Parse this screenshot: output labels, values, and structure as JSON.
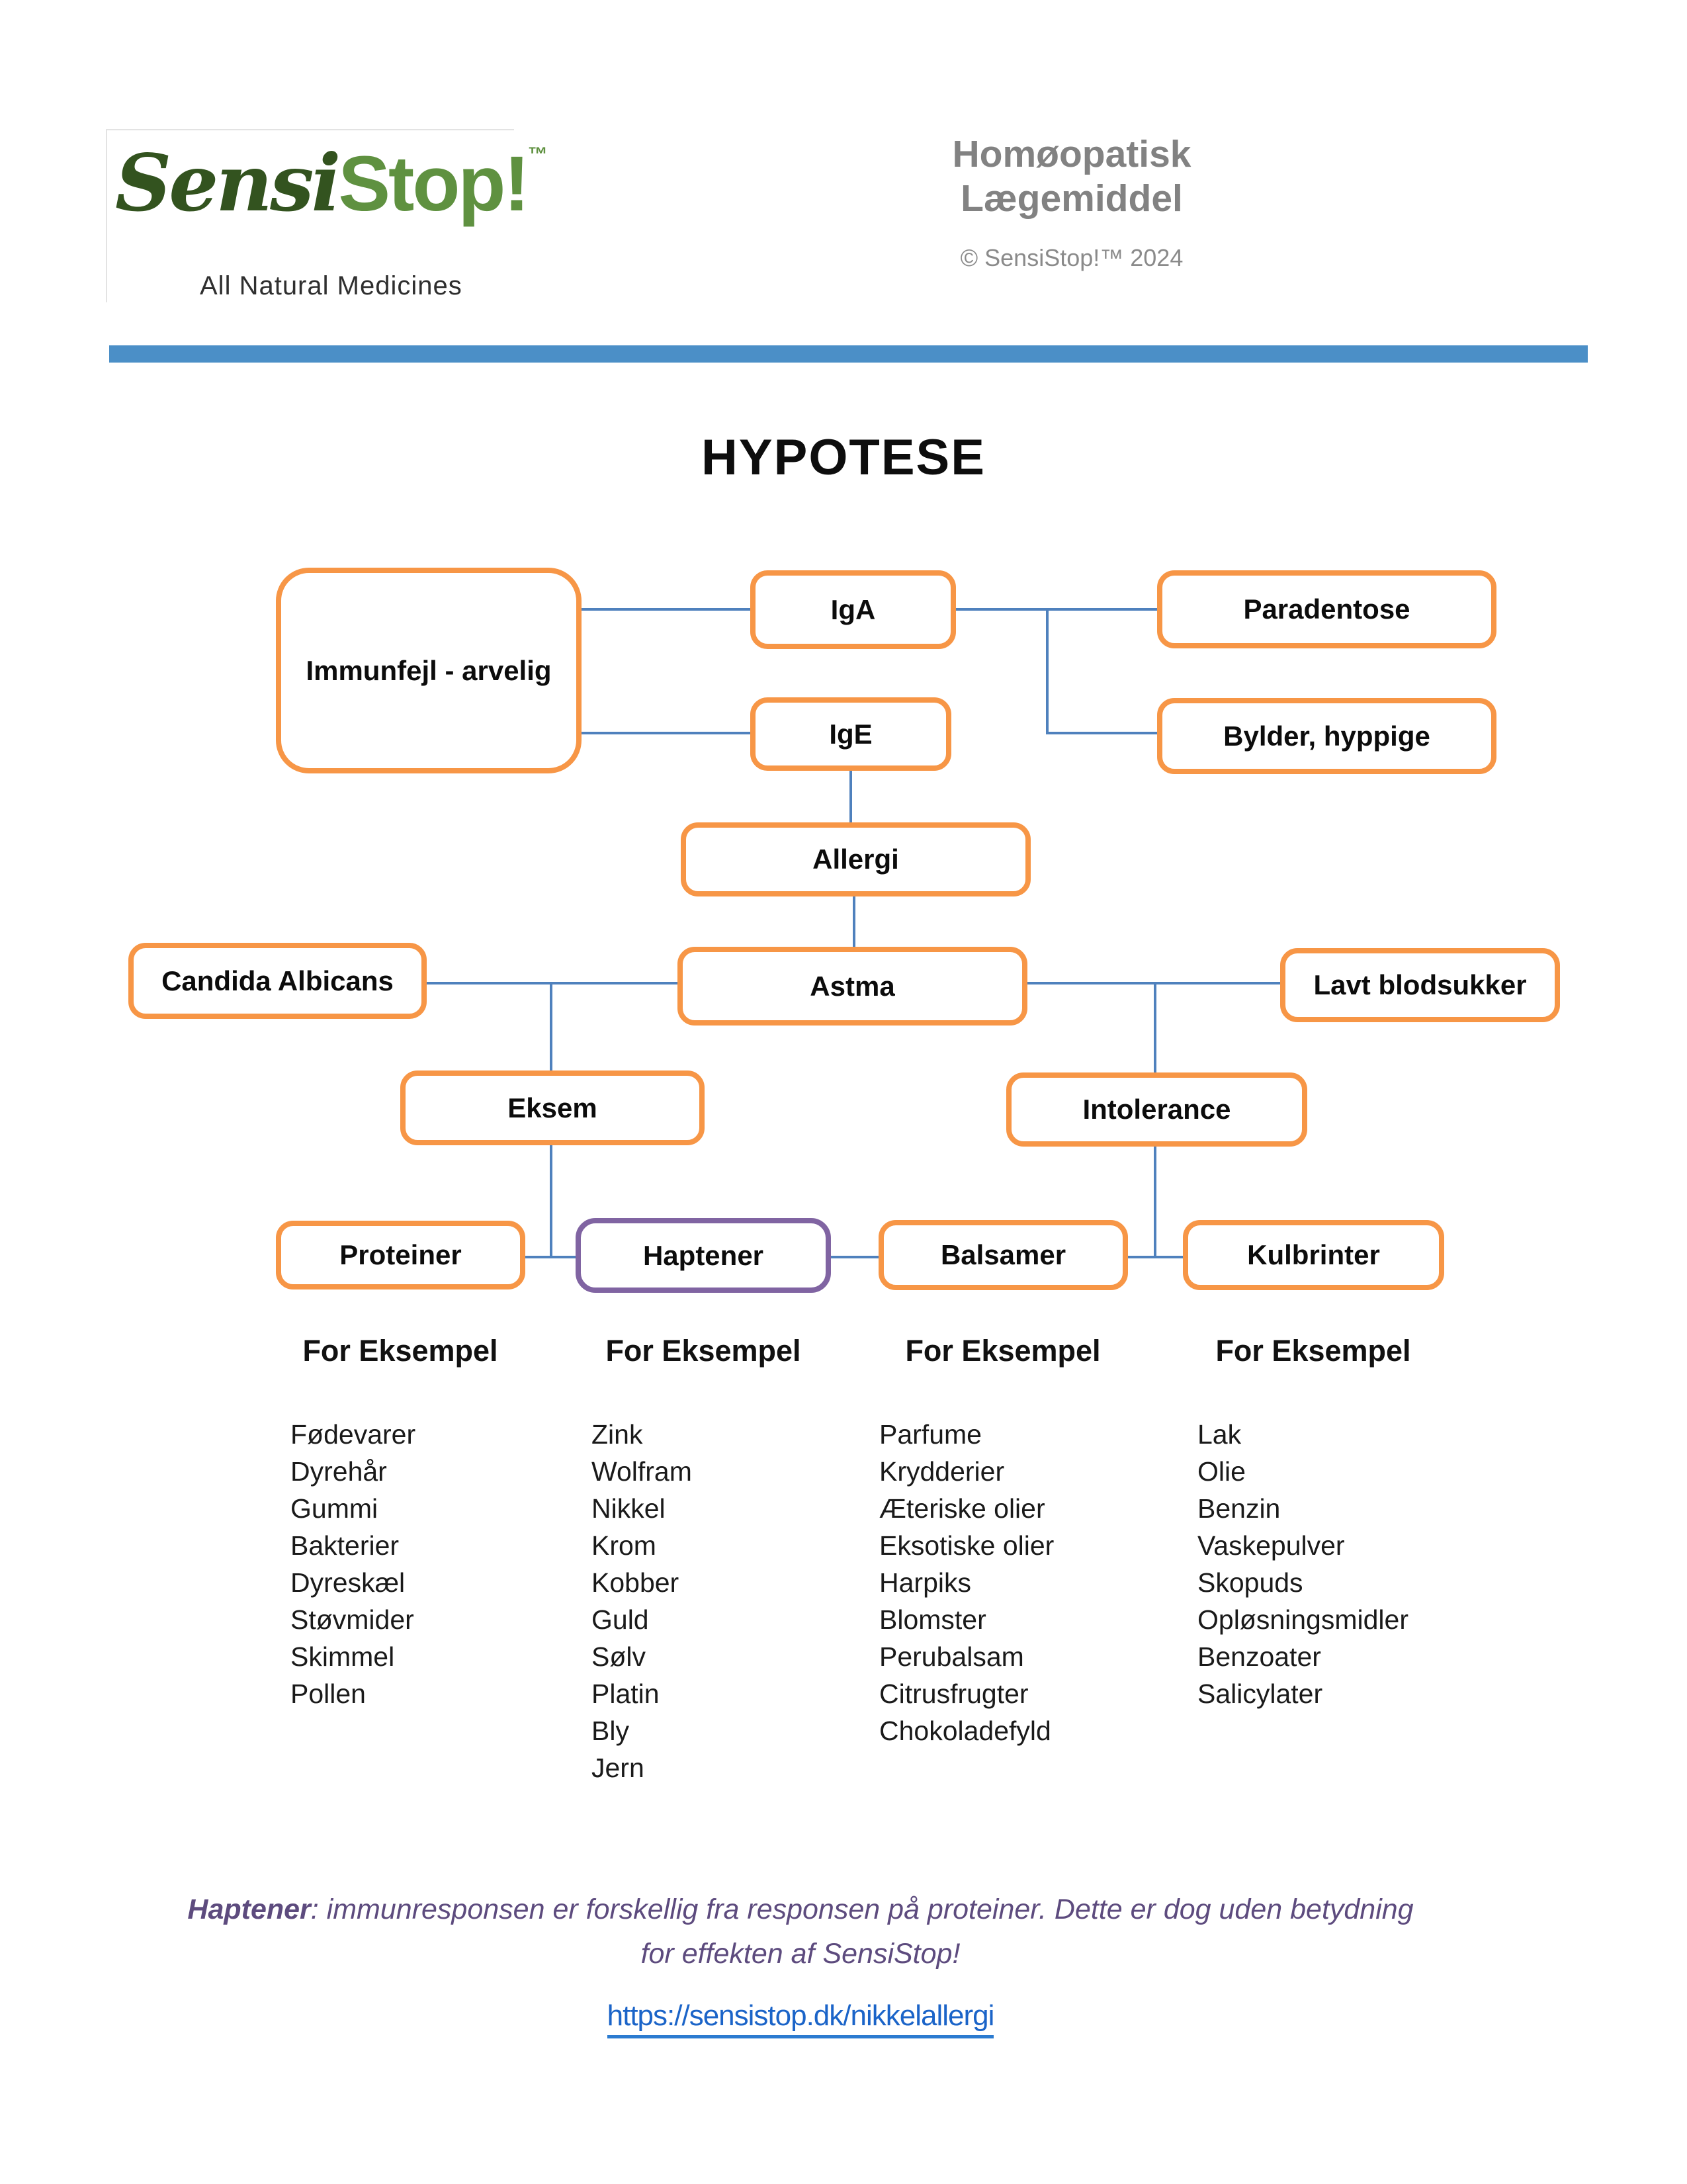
{
  "logo": {
    "brand_sensi": "Sensi",
    "brand_stop": "Stop!",
    "trademark": "™",
    "tagline": "All Natural Medicines"
  },
  "header": {
    "title_line1": "Homøopatisk",
    "title_line2": "Lægemiddel",
    "copyright": "© SensiStop!™ 2024"
  },
  "page_title": "HYPOTESE",
  "diagram": {
    "nodes": {
      "immunfejl": {
        "label": "Immunfejl - arvelig"
      },
      "iga": {
        "label": "IgA"
      },
      "ige": {
        "label": "IgE"
      },
      "paradentose": {
        "label": "Paradentose"
      },
      "bylder": {
        "label": "Bylder, hyppige"
      },
      "allergi": {
        "label": "Allergi"
      },
      "candida": {
        "label": "Candida Albicans"
      },
      "astma": {
        "label": "Astma"
      },
      "lavt": {
        "label": "Lavt blodsukker"
      },
      "eksem": {
        "label": "Eksem"
      },
      "intolerance": {
        "label": "Intolerance"
      },
      "proteiner": {
        "label": "Proteiner"
      },
      "haptener": {
        "label": "Haptener"
      },
      "balsamer": {
        "label": "Balsamer"
      },
      "kulbrinter": {
        "label": "Kulbrinter"
      }
    }
  },
  "examples": {
    "heading": "For Eksempel",
    "columns": [
      {
        "parent": "Proteiner",
        "items": [
          "Fødevarer",
          "Dyrehår",
          "Gummi",
          "Bakterier",
          "Dyreskæl",
          "Støvmider",
          "Skimmel",
          "Pollen"
        ]
      },
      {
        "parent": "Haptener",
        "items": [
          "Zink",
          "Wolfram",
          "Nikkel",
          "Krom",
          "Kobber",
          "Guld",
          "Sølv",
          "Platin",
          "Bly",
          "Jern"
        ]
      },
      {
        "parent": "Balsamer",
        "items": [
          "Parfume",
          "Krydderier",
          "Æteriske olier",
          "Eksotiske olier",
          "Harpiks",
          "Blomster",
          "Perubalsam",
          "Citrusfrugter",
          "Chokoladefyld"
        ]
      },
      {
        "parent": "Kulbrinter",
        "items": [
          "Lak",
          "Olie",
          "Benzin",
          "Vaskepulver",
          "Skopuds",
          "Opløsningsmidler",
          "Benzoater",
          "Salicylater"
        ]
      }
    ]
  },
  "footer": {
    "term": "Haptener",
    "note_rest": ": immunresponsen er forskellig fra responsen på proteiner. Dette er dog uden betydning",
    "note_line2": "for effekten af SensiStop!",
    "link": "https://sensistop.dk/nikkelallergi"
  },
  "colors": {
    "accent_orange": "#F79646",
    "accent_purple": "#8064A2",
    "connector_blue": "#4F81BD",
    "divider_blue": "#4B8FC7",
    "header_gray": "#828282",
    "footer_purple": "#5D4B7E",
    "link_blue": "#1B64C8",
    "logo_dark_green": "#33531F",
    "logo_green": "#5F9140"
  }
}
